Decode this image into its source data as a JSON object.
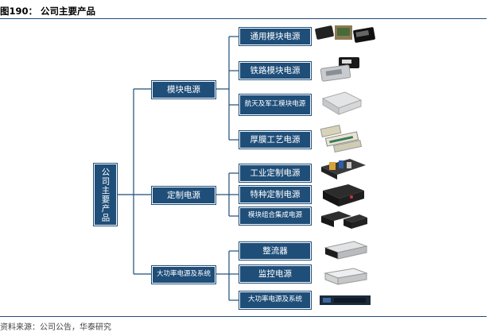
{
  "figure_title": "图190：  公司主要产品",
  "source_note": "资料来源：公司公告，华泰研究",
  "root": "公司主要产品",
  "groups": [
    {
      "label": "模块电源",
      "items": [
        "通用模块电源",
        "铁路模块电源",
        "航天及军工模块电源",
        "厚膜工艺电源"
      ]
    },
    {
      "label": "定制电源",
      "items": [
        "工业定制电源",
        "特种定制电源",
        "模块组合集成电源"
      ]
    },
    {
      "label": "大功率电源及系统",
      "items": [
        "整流器",
        "监控电源",
        "大功率电源及系统"
      ]
    }
  ],
  "colors": {
    "box": "#1f4e79",
    "line": "#1f4e79",
    "text": "#ffffff"
  },
  "icons": [
    "product-photo-icon"
  ]
}
